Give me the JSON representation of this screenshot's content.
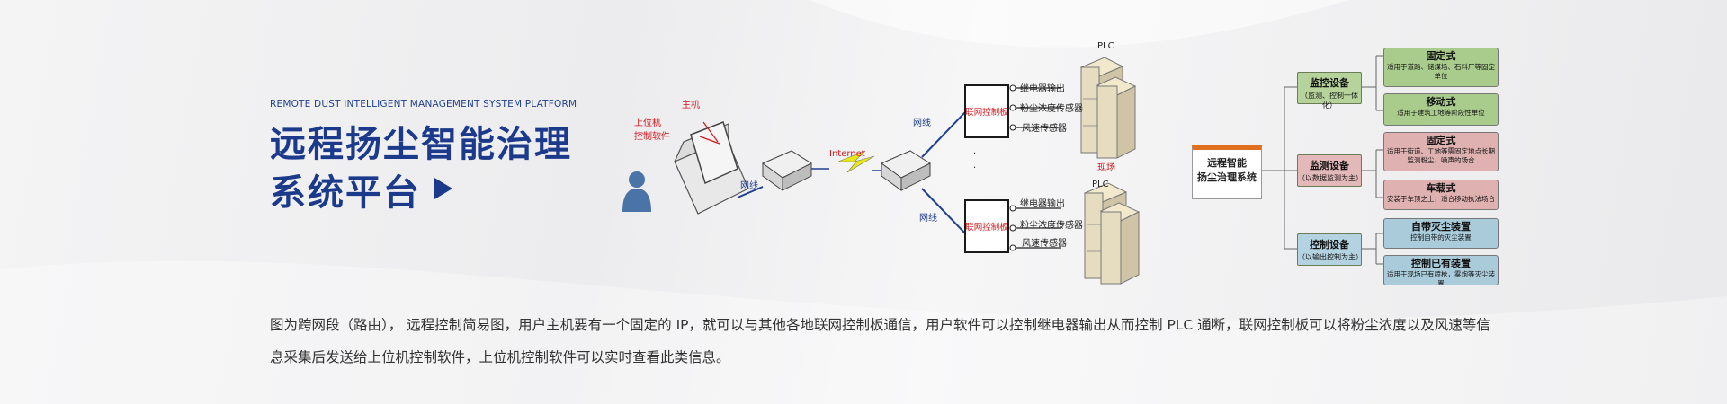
{
  "header": {
    "subtitle": "REMOTE DUST INTELLIGENT MANAGEMENT SYSTEM PLATFORM",
    "title_line1": "远程扬尘智能治理",
    "title_line2": "系统平台"
  },
  "diagram": {
    "host_label": "主机",
    "upper_software_label_1": "上位机",
    "upper_software_label_2": "控制软件",
    "cable_label": "网线",
    "internet_label": "Internet",
    "top_branch": {
      "cable_label": "网线",
      "controller_label": "联网控制板",
      "relay_label": "继电器输出",
      "dust_sensor_label": "粉尘浓度传感器",
      "wind_sensor_label": "风速传感器",
      "plc_label": "PLC",
      "site_label": "现场"
    },
    "dots": "·",
    "bottom_branch": {
      "cable_label": "网线",
      "controller_label": "联网控制板",
      "relay_label": "继电器输出",
      "dust_sensor_label": "粉尘浓度传感器",
      "wind_sensor_label": "风速传感器",
      "plc_label": "PLC"
    }
  },
  "tree": {
    "root_line1": "远程智能",
    "root_line2": "扬尘治理系统",
    "categories": [
      {
        "title": "监控设备",
        "sub": "（监测、控制一体化）",
        "color": "#b5d39a",
        "leaves": [
          {
            "title": "固定式",
            "desc": "适用于道路、储煤场、石料厂等固定单位",
            "color": "#a9cc8c"
          },
          {
            "title": "移动式",
            "desc": "适用于建筑工地等阶段性单位",
            "color": "#a9cc8c"
          }
        ]
      },
      {
        "title": "监测设备",
        "sub": "（以数据监测为主）",
        "color": "#e3b8b8",
        "leaves": [
          {
            "title": "固定式",
            "desc": "适用于街道、工地等需固定地点长期监测粉尘、噪声的场合",
            "color": "#dfb1b1"
          },
          {
            "title": "车载式",
            "desc": "安装于车顶之上，适合移动执法场合",
            "color": "#dfb1b1"
          }
        ]
      },
      {
        "title": "控制设备",
        "sub": "（以输出控制为主）",
        "color": "#b4d3e0",
        "leaves": [
          {
            "title": "自带灭尘装置",
            "desc": "控制自带的灭尘装置",
            "color": "#a9cbda"
          },
          {
            "title": "控制已有装置",
            "desc": "适用于现场已有喷枪，雾炮等灭尘装置",
            "color": "#a9cbda"
          }
        ]
      }
    ]
  },
  "description": "图为跨网段（路由），   远程控制简易图，用户主机要有一个固定的 IP，就可以与其他各地联网控制板通信，用户软件可以控制继电器输出从而控制 PLC 通断，联网控制板可以将粉尘浓度以及风速等信息采集后发送给上位机控制软件，上位机控制软件可以实时查看此类信息。"
}
